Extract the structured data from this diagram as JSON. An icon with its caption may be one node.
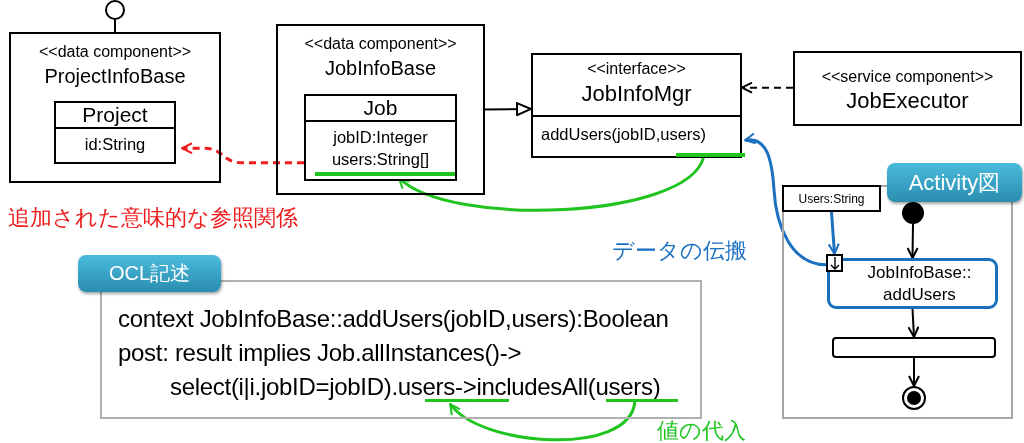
{
  "diagram": {
    "nodes": [
      {
        "text": [],
        "shape": "circle"
      },
      {
        "text": [
          "<<data component>>",
          "ProjectInfoBase"
        ]
      },
      {
        "text": [
          "Project",
          "id:String"
        ],
        "in": 1
      },
      {
        "text": [
          "<<data component>>",
          "JobInfoBase"
        ]
      },
      {
        "text": [
          "Job",
          "jobID:Integer",
          "users:String[]"
        ],
        "in": 3
      },
      {
        "text": [],
        "shape": "bar",
        "in": 4
      },
      {
        "text": [
          "<<interface>>",
          "JobInfoMgr",
          "addUsers(jobID,users)"
        ]
      },
      {
        "text": [],
        "shape": "bar",
        "in": 6
      },
      {
        "text": [
          "<<service component>>",
          "JobExecutor"
        ]
      },
      {
        "text": [
          "Activity図"
        ]
      },
      {
        "text": [
          "Users:String"
        ],
        "in": 9
      },
      {
        "text": [],
        "shape": "circle",
        "in": 9
      },
      {
        "text": [],
        "shape": "box",
        "in": 9
      },
      {
        "text": [
          "JobInfoBase:: addUsers"
        ],
        "in": 9
      },
      {
        "text": [],
        "shape": "bar",
        "in": 9
      },
      {
        "text": [],
        "shape": "circle",
        "in": 9
      },
      {
        "text": [
          "OCL記述",
          "context JobInfoBase::addUsers(jobID,users):Boolean",
          "post: result implies Job.allInstances()-> select(i|i.jobID=jobID).users->includesAll(users)"
        ]
      },
      {
        "text": [],
        "shape": "bar",
        "in": 16
      },
      {
        "text": [],
        "shape": "bar",
        "in": 16
      }
    ],
    "edges": [
      {
        "from": 1,
        "to": 0,
        "arrow": "none"
      },
      {
        "from": 4,
        "to": 2,
        "arrow": "to",
        "style": "dashed",
        "color": "#ee1c1c"
      },
      {
        "from": 3,
        "to": 6,
        "arrow": "to"
      },
      {
        "from": 8,
        "to": 6,
        "arrow": "to",
        "style": "dashed"
      },
      {
        "from": 7,
        "to": 5,
        "arrow": "to",
        "color": "#1fc41f"
      },
      {
        "from": 10,
        "to": 12,
        "arrow": "to",
        "color": "#1b70c0"
      },
      {
        "from": 12,
        "to": 6,
        "arrow": "to",
        "color": "#1b70c0"
      },
      {
        "from": 11,
        "to": 13,
        "arrow": "to"
      },
      {
        "from": 13,
        "to": 14,
        "arrow": "to"
      },
      {
        "from": 14,
        "to": 15,
        "arrow": "to"
      },
      {
        "from": 18,
        "to": 17,
        "arrow": "to",
        "color": "#1fc41f"
      }
    ],
    "labels": [
      "追加された意味的な参照関係",
      "データの伝搬",
      "値の代入"
    ]
  }
}
